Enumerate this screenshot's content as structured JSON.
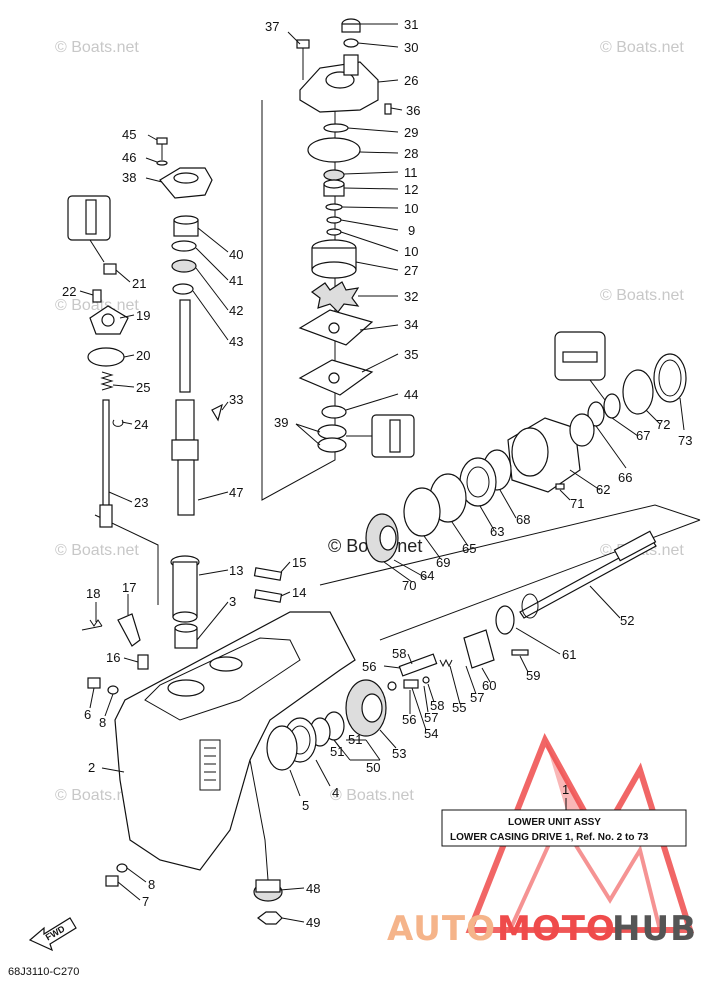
{
  "diagram": {
    "diagram_code": "68J3110-C270",
    "watermark": "© Boats.net",
    "watermark_secondary": "Boats.net",
    "fwd_label": "FWD",
    "assembly_box": {
      "ref_number": "1",
      "title": "LOWER UNIT ASSY",
      "subtitle": "LOWER CASING DRIVE 1, Ref. No. 2 to 73"
    },
    "brand": {
      "part1": "AUTO",
      "part2": "MOTO",
      "part3": "HUB",
      "colors": {
        "part1": "#f5b48a",
        "part2": "#ef4b4b",
        "part3": "#555555",
        "logo": "#ef4b4b"
      }
    },
    "labels": {
      "l37": "37",
      "l31": "31",
      "l30": "30",
      "l26": "26",
      "l36": "36",
      "l29": "29",
      "l28": "28",
      "l11": "11",
      "l12": "12",
      "l10a": "10",
      "l9": "9",
      "l10b": "10",
      "l27": "27",
      "l32": "32",
      "l34": "34",
      "l35": "35",
      "l44": "44",
      "l39": "39",
      "l45": "45",
      "l46": "46",
      "l38": "38",
      "l40": "40",
      "l41": "41",
      "l42": "42",
      "l43": "43",
      "l21": "21",
      "l22": "22",
      "l19": "19",
      "l20": "20",
      "l25": "25",
      "l24": "24",
      "l33": "33",
      "l23": "23",
      "l47": "47",
      "l15": "15",
      "l14": "14",
      "l13": "13",
      "l3": "3",
      "l18": "18",
      "l17": "17",
      "l16": "16",
      "l6": "6",
      "l8a": "8",
      "l2": "2",
      "l73": "73",
      "l72": "72",
      "l67": "67",
      "l66": "66",
      "l62": "62",
      "l71": "71",
      "l68": "68",
      "l63": "63",
      "l65": "65",
      "l69": "69",
      "l64": "64",
      "l70": "70",
      "l52": "52",
      "l61": "61",
      "l58a": "58",
      "l56a": "56",
      "l59": "59",
      "l60": "60",
      "l57a": "57",
      "l55": "55",
      "l58b": "58",
      "l57b": "57",
      "l56b": "56",
      "l54": "54",
      "l53": "53",
      "l51a": "51",
      "l51b": "51",
      "l50": "50",
      "l4": "4",
      "l5": "5",
      "l8b": "8",
      "l7": "7",
      "l48": "48",
      "l49": "49"
    },
    "colors": {
      "line": "#111111",
      "watermark": "#c8c8c8"
    }
  }
}
